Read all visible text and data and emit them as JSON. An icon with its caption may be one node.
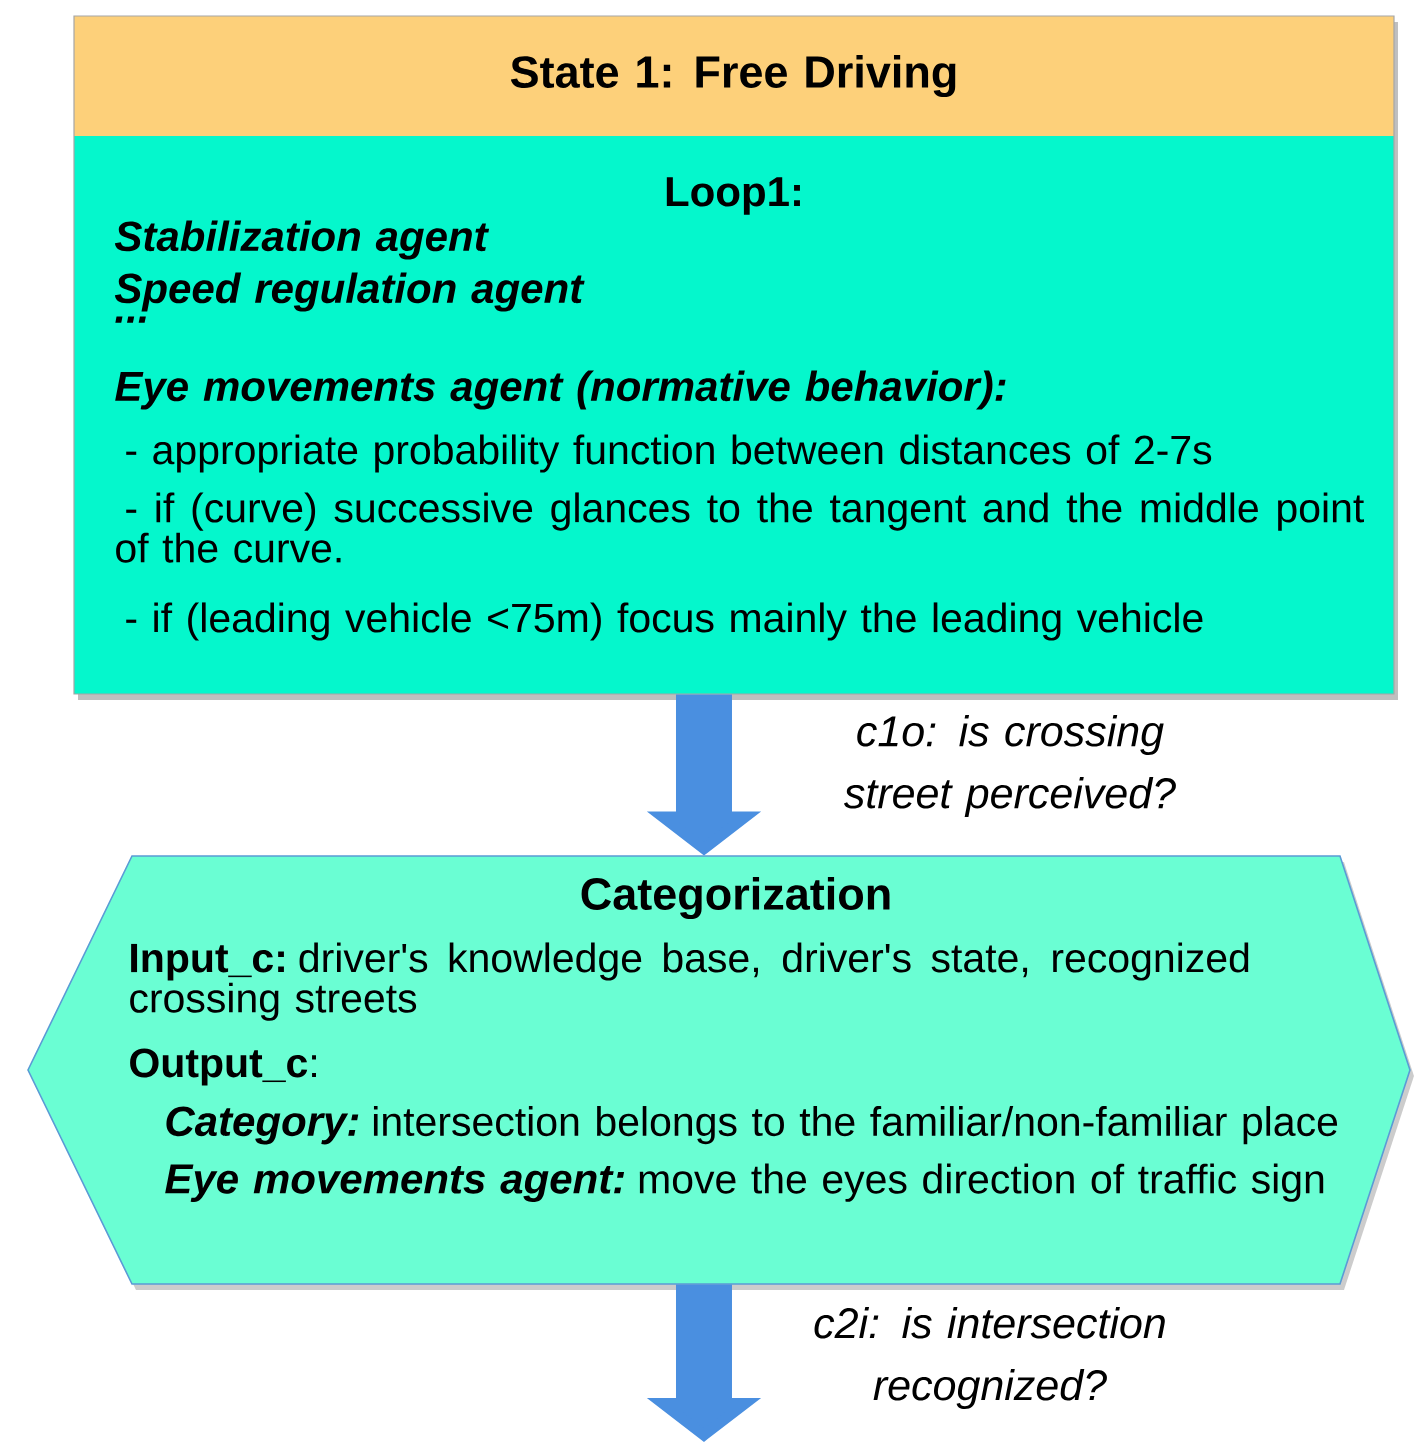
{
  "diagram": {
    "nodes": [
      {
        "text": [
          "State 1: Free Driving",
          "Loop1:",
          "Stabilization agent",
          "Speed regulation agent",
          "...",
          "Eye movements agent (normative behavior):",
          "- appropriate probability function between distances of 2-7s",
          "- if (curve) successive glances to the tangent and the middle point of the curve.",
          "- if (leading vehicle <75m) focus mainly the leading vehicle"
        ]
      },
      {
        "text": [
          "Categorization",
          "**Input_c:** driver's knowledge base, driver's state, recognized crossing streets",
          "**Output_c**:",
          "Category:",
          "intersection belongs to the familiar/non-familiar place",
          "Eye movements agent:",
          "move the eyes direction of traffic sign"
        ]
      }
    ],
    "edges": [
      {
        "from": 0,
        "to": 1,
        "arrow": "to",
        "label": "c1o: is crossing street perceived?"
      },
      {
        "from": 1,
        "to": null,
        "arrow": "to",
        "label": "c2i: is intersection recognized?"
      }
    ]
  }
}
